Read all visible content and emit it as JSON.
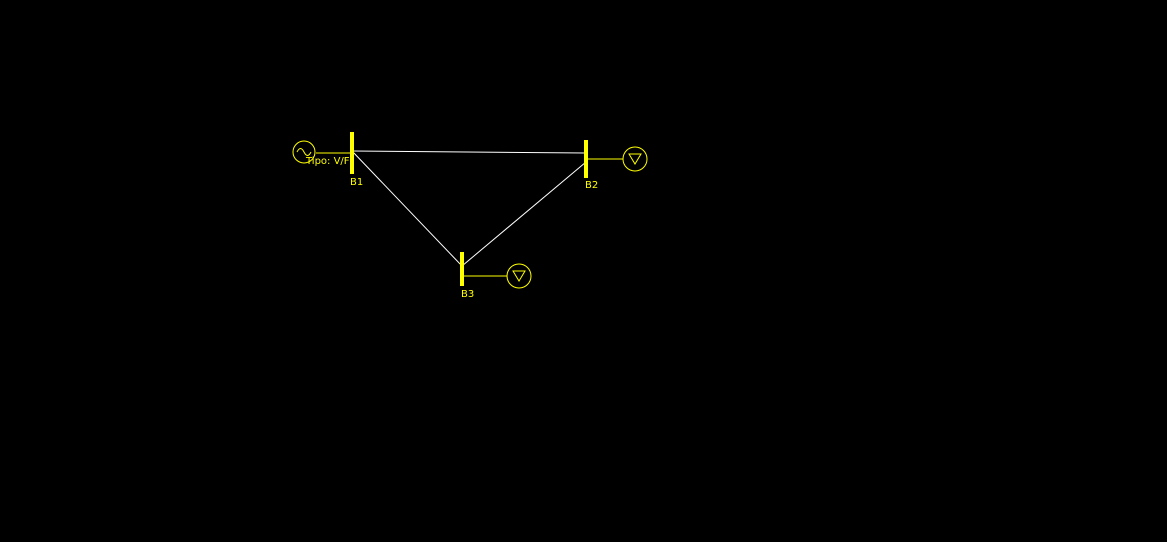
{
  "colors": {
    "background": "#000000",
    "element": "#ffff00",
    "line": "#ffffff"
  },
  "buses": [
    {
      "id": "B1",
      "label": "B1"
    },
    {
      "id": "B2",
      "label": "B2"
    },
    {
      "id": "B3",
      "label": "B3"
    }
  ],
  "generator": {
    "icon": "ac-source-icon",
    "bus": "B1",
    "type_label": "Tipo: V/F"
  },
  "loads": [
    {
      "bus": "B2",
      "icon": "load-triangle-icon"
    },
    {
      "bus": "B3",
      "icon": "load-triangle-icon"
    }
  ],
  "lines": [
    {
      "from": "B1",
      "to": "B2"
    },
    {
      "from": "B1",
      "to": "B3"
    },
    {
      "from": "B2",
      "to": "B3"
    }
  ]
}
